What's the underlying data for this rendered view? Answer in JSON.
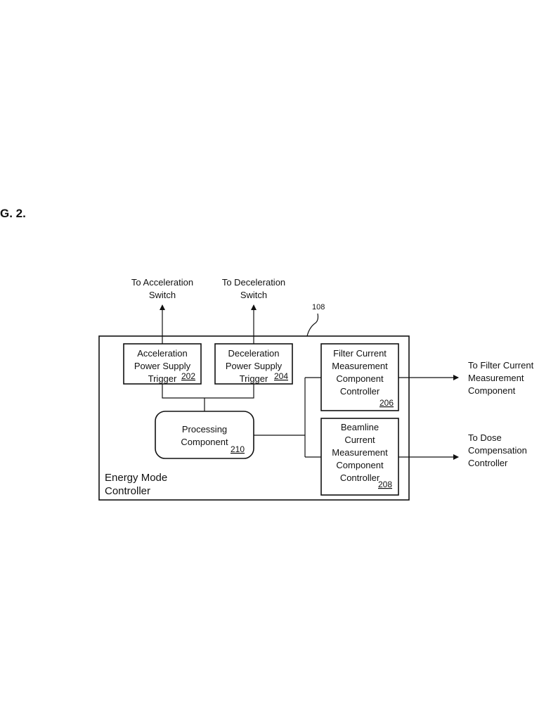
{
  "figure_label": "G. 2.",
  "diagram": {
    "outer": {
      "ref": "108",
      "label_lines": [
        "Energy Mode",
        "Controller"
      ]
    },
    "accel_trigger": {
      "lines": [
        "Acceleration",
        "Power Supply",
        "Trigger"
      ],
      "ref": "202"
    },
    "decel_trigger": {
      "lines": [
        "Deceleration",
        "Power Supply",
        "Trigger"
      ],
      "ref": "204"
    },
    "filter_ctrl": {
      "lines": [
        "Filter Current",
        "Measurement",
        "Component",
        "Controller"
      ],
      "ref": "206"
    },
    "beamline_ctrl": {
      "lines": [
        "Beamline",
        "Current",
        "Measurement",
        "Component",
        "Controller"
      ],
      "ref": "208"
    },
    "processing": {
      "lines": [
        "Processing",
        "Component"
      ],
      "ref": "210"
    },
    "outputs": {
      "accel_switch": [
        "To Acceleration",
        "Switch"
      ],
      "decel_switch": [
        "To Deceleration",
        "Switch"
      ],
      "filter_component": [
        "To Filter Current",
        "Measurement",
        "Component"
      ],
      "dose_controller": [
        "To Dose",
        "Compensation",
        "Controller"
      ]
    }
  }
}
